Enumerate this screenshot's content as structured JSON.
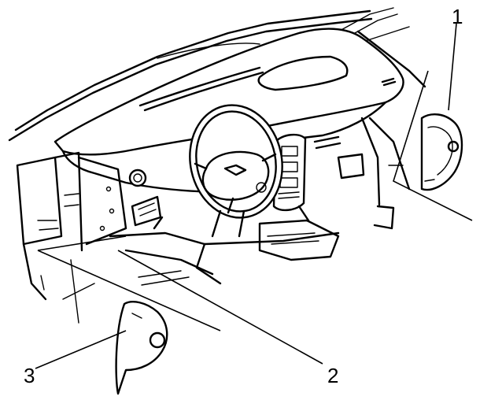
{
  "callouts": [
    {
      "label": "1"
    },
    {
      "label": "2"
    },
    {
      "label": "3"
    }
  ],
  "colors": {
    "ink": "#000000",
    "paper": "#ffffff"
  },
  "icons": [
    "instrument-panel-illustration",
    "end-cap-right",
    "end-cap-left",
    "steering-wheel"
  ]
}
